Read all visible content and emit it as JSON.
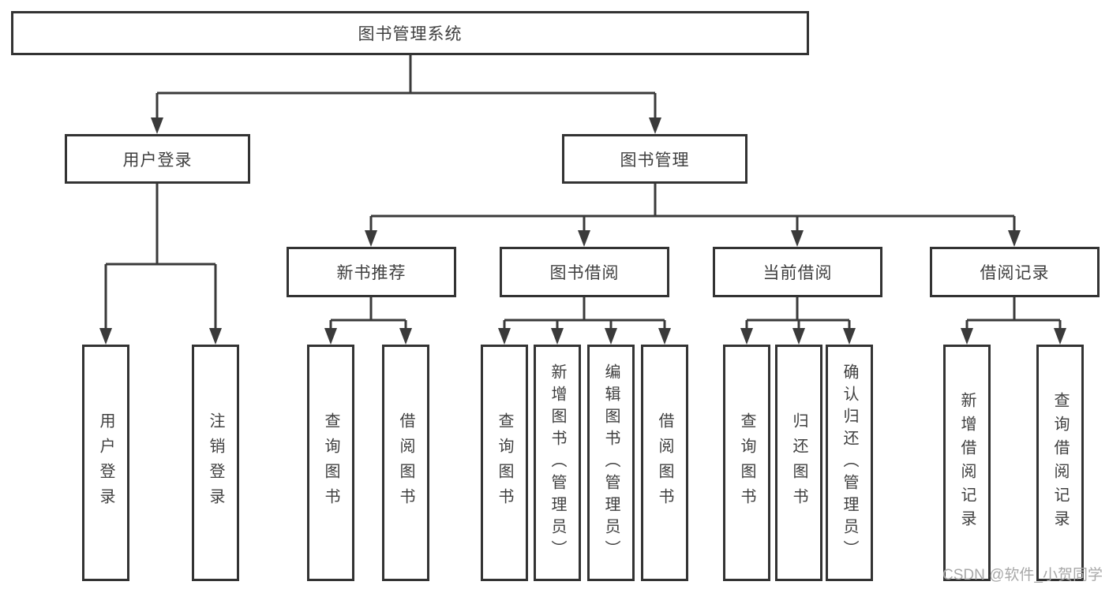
{
  "diagram_title": "图书管理系统",
  "tree": {
    "root": {
      "label": "图书管理系统"
    },
    "level2": {
      "user_login": {
        "label": "用户登录"
      },
      "book_management": {
        "label": "图书管理"
      }
    },
    "level3": {
      "new_book_recommend": {
        "label": "新书推荐"
      },
      "book_borrow": {
        "label": "图书借阅"
      },
      "current_borrow": {
        "label": "当前借阅"
      },
      "borrow_record": {
        "label": "借阅记录"
      }
    },
    "leaves": {
      "user_login_login": {
        "label": "用户登录"
      },
      "user_login_logout": {
        "label": "注销登录"
      },
      "recommend_query_book": {
        "label": "查询图书"
      },
      "recommend_borrow_book": {
        "label": "借阅图书"
      },
      "borrow_query_book": {
        "label": "查询图书"
      },
      "borrow_add_book": {
        "label": "新增图书（管理员）"
      },
      "borrow_edit_book": {
        "label": "编辑图书（管理员）"
      },
      "borrow_borrow_book": {
        "label": "借阅图书"
      },
      "current_query_book": {
        "label": "查询图书"
      },
      "current_return_book": {
        "label": "归还图书"
      },
      "current_confirm_return": {
        "label": "确认归还（管理员）"
      },
      "record_add_record": {
        "label": "新增借阅记录"
      },
      "record_query_record": {
        "label": "查询借阅记录"
      }
    }
  },
  "watermark": {
    "text": "CSDN @软件_小贺同学",
    "color": "#a8a8a8"
  },
  "colors": {
    "line": "#3a3a3a",
    "box_border": "#333333",
    "text": "#3f3f3f",
    "background": "#ffffff"
  }
}
